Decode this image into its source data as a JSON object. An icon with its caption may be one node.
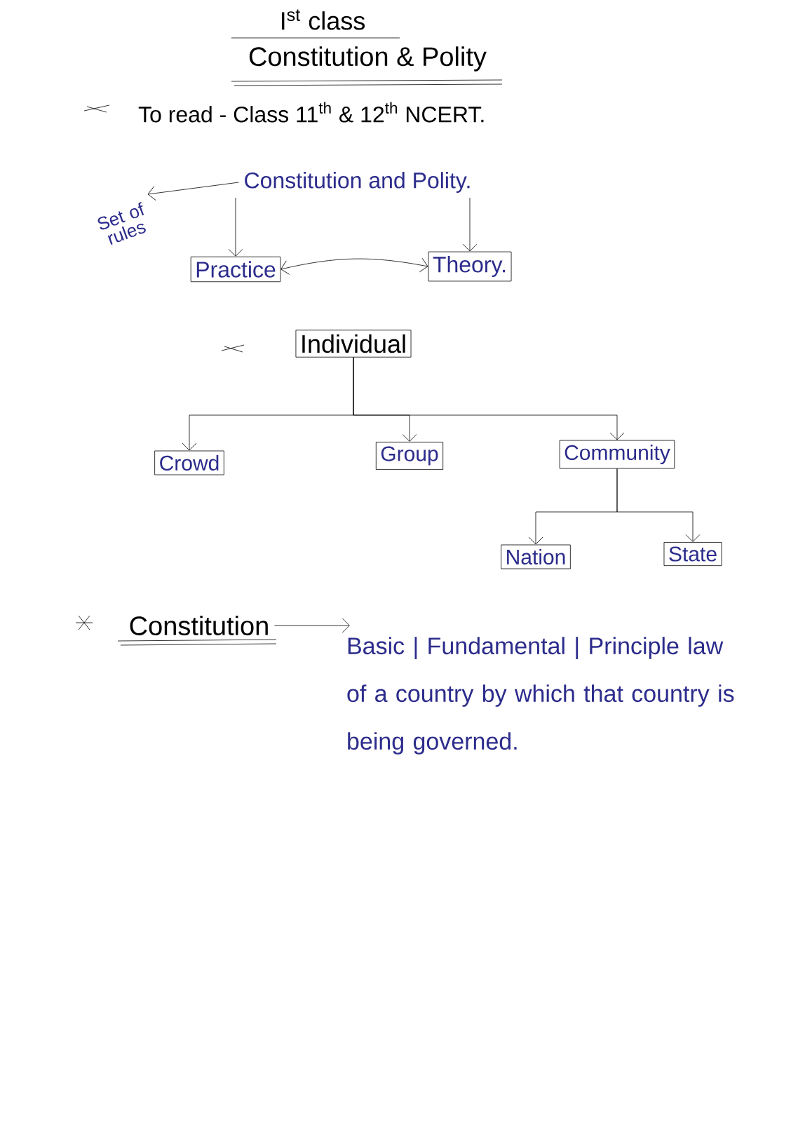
{
  "diagram": {
    "title": "Constitution & Polity",
    "nodes": [
      {
        "text": [
          "Constitution and Polity."
        ]
      },
      {
        "text": [
          "Practice"
        ]
      },
      {
        "text": [
          "Theory."
        ]
      },
      {
        "text": [
          "Set of rules"
        ]
      },
      {
        "text": [
          "Individual"
        ]
      },
      {
        "text": [
          "Crowd"
        ]
      },
      {
        "text": [
          "Group"
        ]
      },
      {
        "text": [
          "Community"
        ]
      },
      {
        "text": [
          "Nation"
        ]
      },
      {
        "text": [
          "State"
        ]
      },
      {
        "text": [
          "Constitution"
        ]
      },
      {
        "text": [
          "Basic | Fundamental | Principle law of a country by which that country is being governed."
        ]
      }
    ],
    "edges": [
      {
        "from": 0,
        "to": 1,
        "arrow": "to"
      },
      {
        "from": 0,
        "to": 2,
        "arrow": "to"
      },
      {
        "from": 0,
        "to": 3,
        "arrow": "to"
      },
      {
        "from": 1,
        "to": 2,
        "arrow": "both"
      },
      {
        "from": 4,
        "to": 5,
        "arrow": "to"
      },
      {
        "from": 4,
        "to": 6,
        "arrow": "to"
      },
      {
        "from": 4,
        "to": 7,
        "arrow": "to"
      },
      {
        "from": 7,
        "to": 8,
        "arrow": "to"
      },
      {
        "from": 7,
        "to": 9,
        "arrow": "to"
      },
      {
        "from": 10,
        "to": 11,
        "arrow": "to"
      }
    ],
    "labels": [
      "I$^{st}$ class",
      "To read - Class 11$^{th}$ & 12$^{th}$ NCERT."
    ]
  }
}
